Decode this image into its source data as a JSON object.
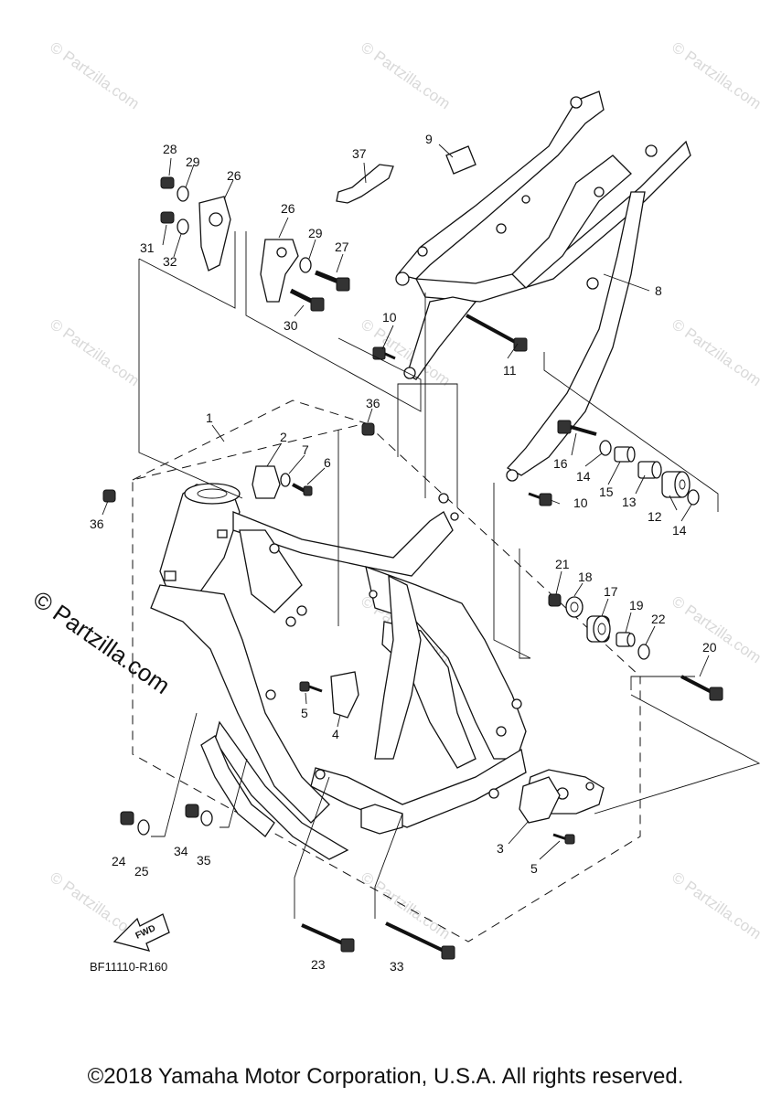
{
  "watermark": "© Partzilla.com",
  "diagram_code": "BF11110-R160",
  "fwd_label": "FWD",
  "copyright": "©2018 Yamaha Motor Corporation, U.S.A. All rights reserved.",
  "callouts": [
    "1",
    "2",
    "3",
    "4",
    "5",
    "5",
    "6",
    "7",
    "8",
    "9",
    "10",
    "10",
    "11",
    "12",
    "13",
    "14",
    "14",
    "15",
    "16",
    "17",
    "18",
    "19",
    "20",
    "21",
    "22",
    "23",
    "24",
    "25",
    "26",
    "26",
    "27",
    "28",
    "29",
    "29",
    "30",
    "31",
    "32",
    "33",
    "34",
    "35",
    "36",
    "36",
    "37"
  ]
}
